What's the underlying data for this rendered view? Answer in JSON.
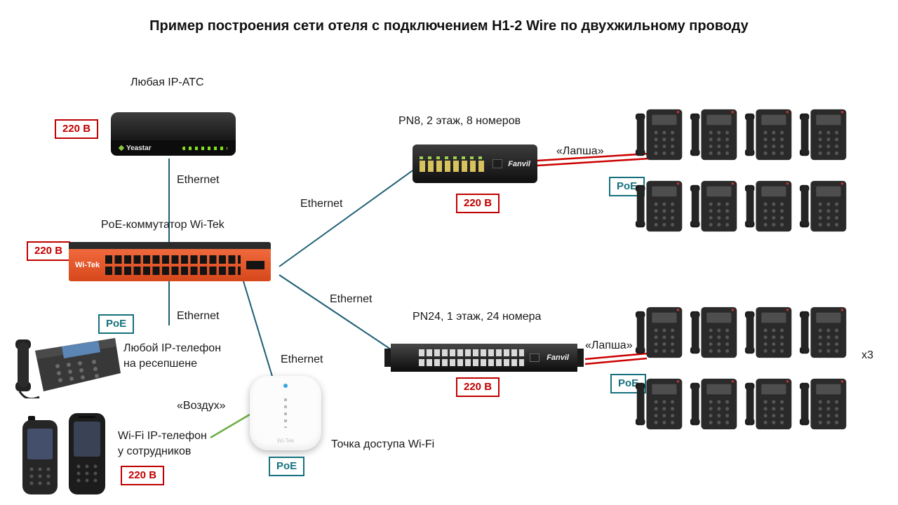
{
  "title": "Пример построения сети отеля с подключением H1-2 Wire по двухжильному проводу",
  "nodes": {
    "pbx_label": "Любая IP-АТС",
    "switch_label": "PoE-коммутатор Wi-Tek",
    "pn8_label": "PN8, 2 этаж, 8 номеров",
    "pn24_label": "PN24, 1 этаж, 24 номера",
    "reception_label": "Любой IP-телефон\nна ресепшене",
    "wifi_phone_label": "Wi-Fi IP-телефон\nу сотрудников",
    "ap_label": "Точка доступа Wi-Fi",
    "multiplier_note": "x3"
  },
  "badges": {
    "power": "220 В",
    "poe": "PoE"
  },
  "links": {
    "ethernet": "Ethernet",
    "lapsha": "«Лапша»",
    "air": "«Воздух»"
  },
  "devices": {
    "pbx_brand": "Yeastar",
    "switch_brand": "Wi-Tek",
    "pn8_brand": "Fanvil",
    "pn24_brand": "Fanvil",
    "ap_brand": "Wi-Tek"
  },
  "colors": {
    "power": "#c00000",
    "poe": "#15717d",
    "ethernet": "#1d5e74",
    "lapsha": "#cc0000",
    "air": "#6fae46"
  }
}
